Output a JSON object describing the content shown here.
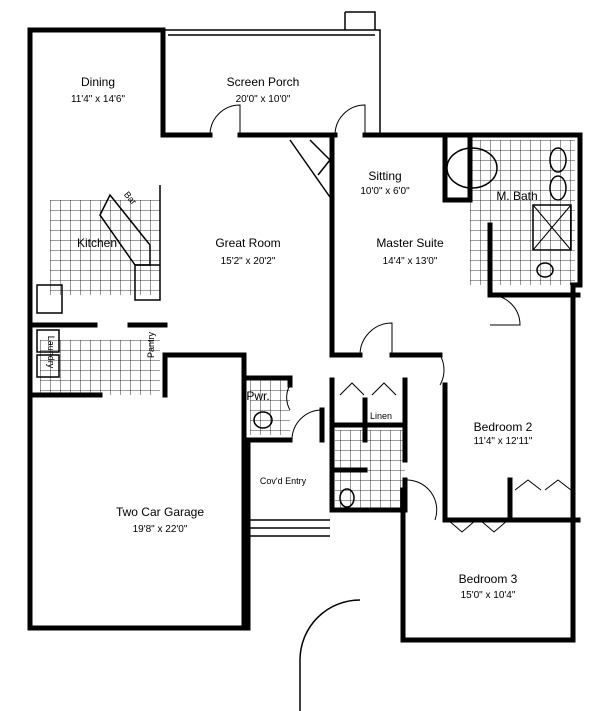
{
  "rooms": {
    "dining": {
      "name": "Dining",
      "size": "11'4\" x 14'6\""
    },
    "screen_porch": {
      "name": "Screen Porch",
      "size": "20'0\" x 10'0\""
    },
    "sitting": {
      "name": "Sitting",
      "size": "10'0\" x 6'0\""
    },
    "master_bath": {
      "name": "M. Bath"
    },
    "kitchen": {
      "name": "Kitchen"
    },
    "bar": {
      "name": "Bar"
    },
    "great_room": {
      "name": "Great Room",
      "size": "15'2\" x 20'2\""
    },
    "master_suite": {
      "name": "Master Suite",
      "size": "14'4\" x 13'0\""
    },
    "laundry": {
      "name": "Laundry"
    },
    "pantry": {
      "name": "Pantry"
    },
    "powder": {
      "name": "Pwr."
    },
    "linen": {
      "name": "Linen"
    },
    "bedroom_2": {
      "name": "Bedroom 2",
      "size": "11'4\" x 12'11\""
    },
    "covered_entry": {
      "name": "Cov'd Entry"
    },
    "garage": {
      "name": "Two Car Garage",
      "size": "19'8\" x 22'0\""
    },
    "bedroom_3": {
      "name": "Bedroom 3",
      "size": "15'0\" x 10'4\""
    }
  }
}
